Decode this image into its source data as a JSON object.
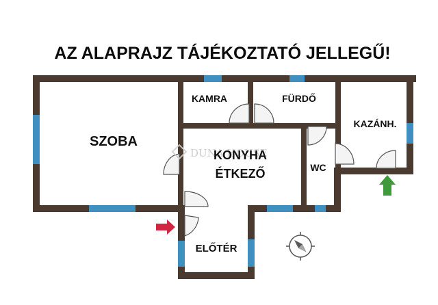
{
  "header": {
    "title": "AZ ALAPRAJZ TÁJÉKOZTATÓ JELLEGŰ!"
  },
  "rooms": {
    "szoba": "SZOBA",
    "kamra": "KAMRA",
    "furdo": "FÜRDŐ",
    "kazanh": "KAZÁNH.",
    "konyha": "KONYHA",
    "etkezo": "ÉTKEZŐ",
    "wc": "WC",
    "eloter": "ELŐTÉR"
  },
  "watermark": {
    "text": "DUNA HOUSE"
  },
  "colors": {
    "wall": "#4a3a30",
    "window": "#3f8fc0",
    "door_fill": "#f4f4f4",
    "entrance_arrow": "#d0263f",
    "boiler_arrow": "#3e9a3a",
    "compass": "#5a5a5a"
  },
  "icons": {
    "entrance": "red-arrow-right-icon",
    "boiler_entry": "green-arrow-up-icon",
    "compass": "compass-icon"
  }
}
